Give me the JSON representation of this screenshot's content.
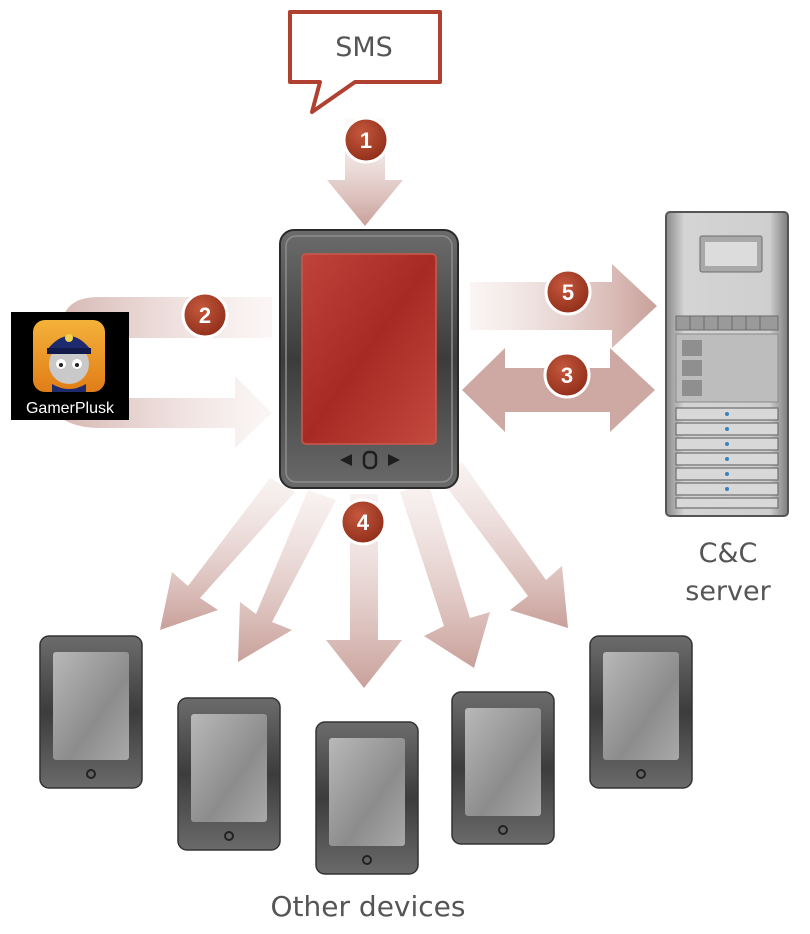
{
  "sms_label": "SMS",
  "app": {
    "label": "GamerPlusk",
    "icon": "police-game-app-icon"
  },
  "server_label_line1": "C&C",
  "server_label_line2": "server",
  "other_devices_label": "Other devices",
  "steps": [
    "1",
    "2",
    "3",
    "4",
    "5"
  ],
  "colors": {
    "step_badge": "#a83a22",
    "arrow": "#c9a09a",
    "phone_screen": "#b2312a",
    "callout_border": "#b04030"
  }
}
